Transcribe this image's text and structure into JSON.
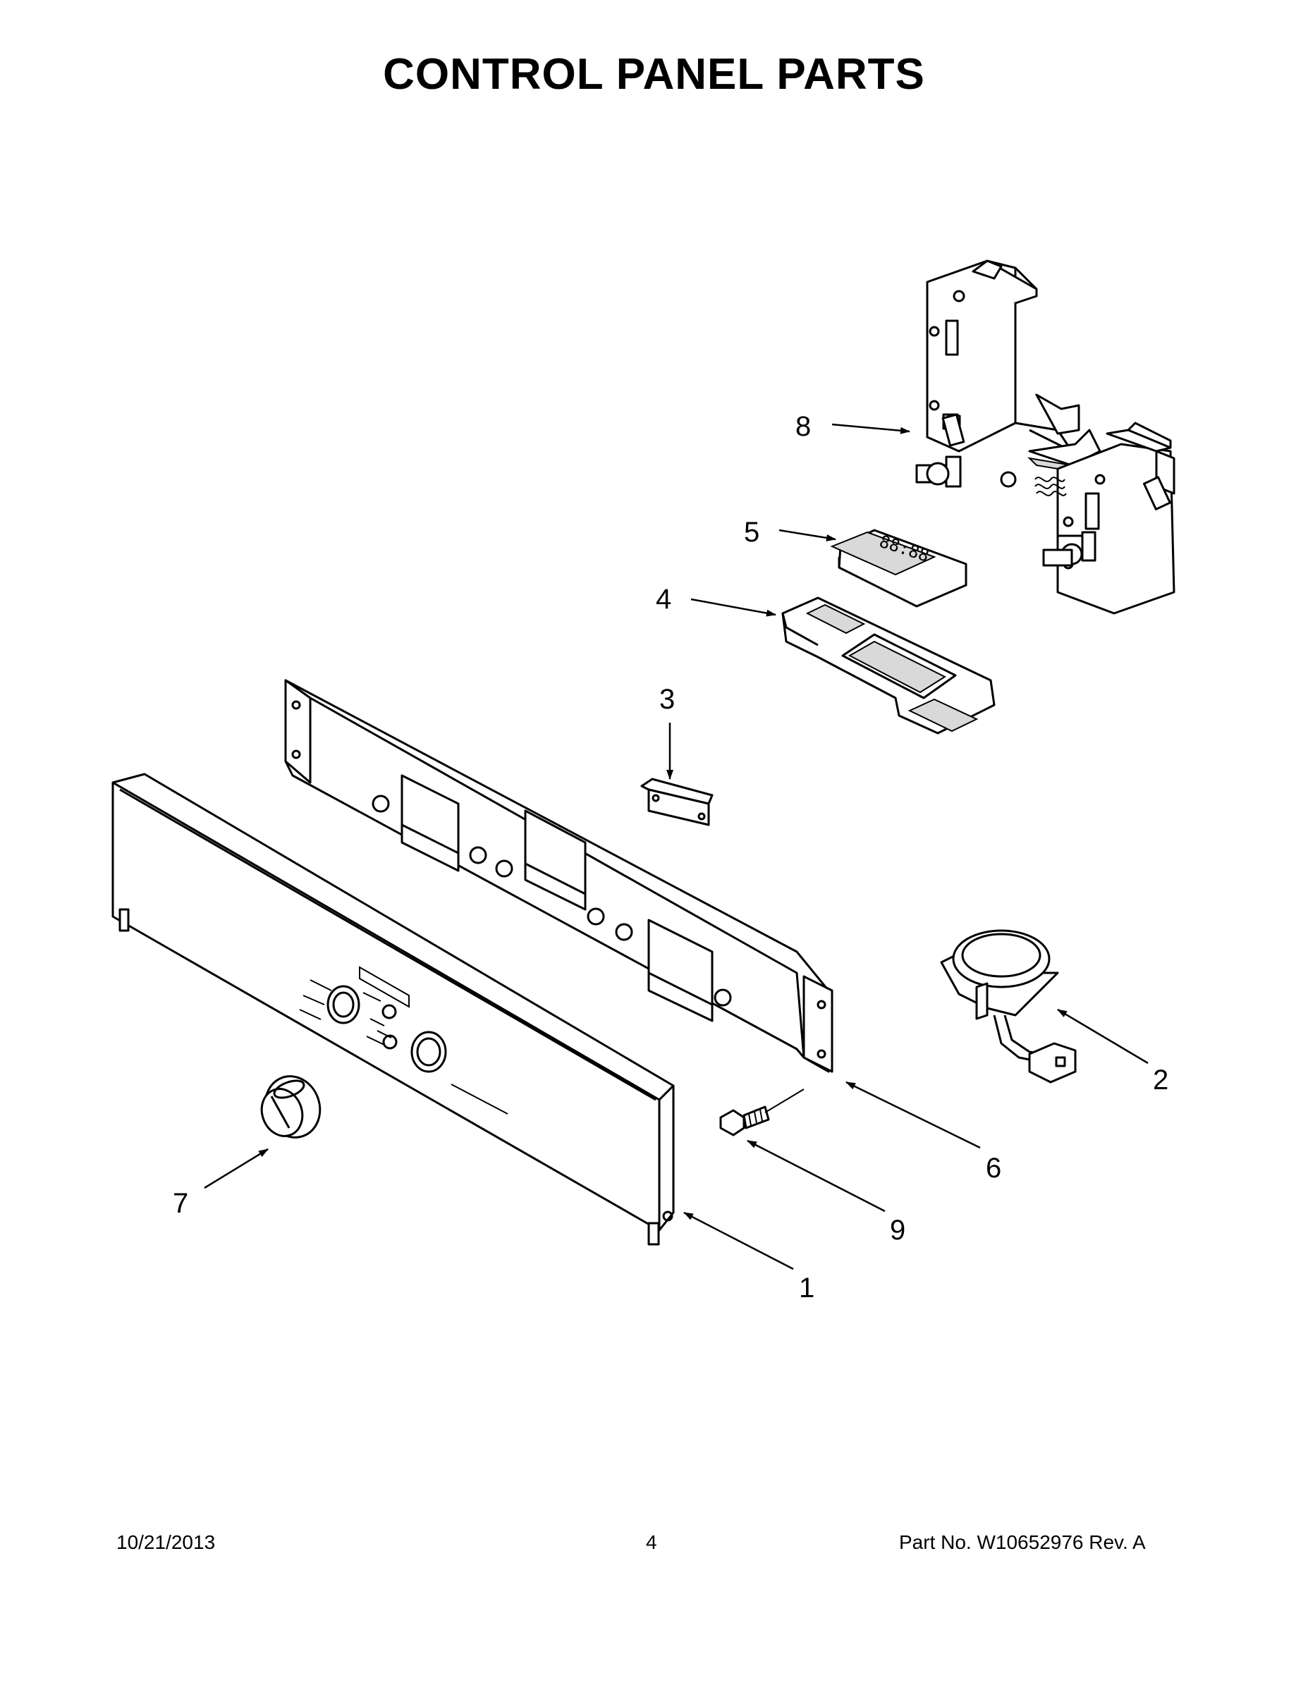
{
  "title": "CONTROL PANEL PARTS",
  "display_digits": "88:88",
  "callouts": [
    {
      "id": "1",
      "label": "1"
    },
    {
      "id": "2",
      "label": "2"
    },
    {
      "id": "3",
      "label": "3"
    },
    {
      "id": "4",
      "label": "4"
    },
    {
      "id": "5",
      "label": "5"
    },
    {
      "id": "6",
      "label": "6"
    },
    {
      "id": "7",
      "label": "7"
    },
    {
      "id": "8",
      "label": "8"
    },
    {
      "id": "9",
      "label": "9"
    }
  ],
  "footer": {
    "date": "10/21/2013",
    "page": "4",
    "part_no": "Part No.  W10652976  Rev.  A"
  }
}
